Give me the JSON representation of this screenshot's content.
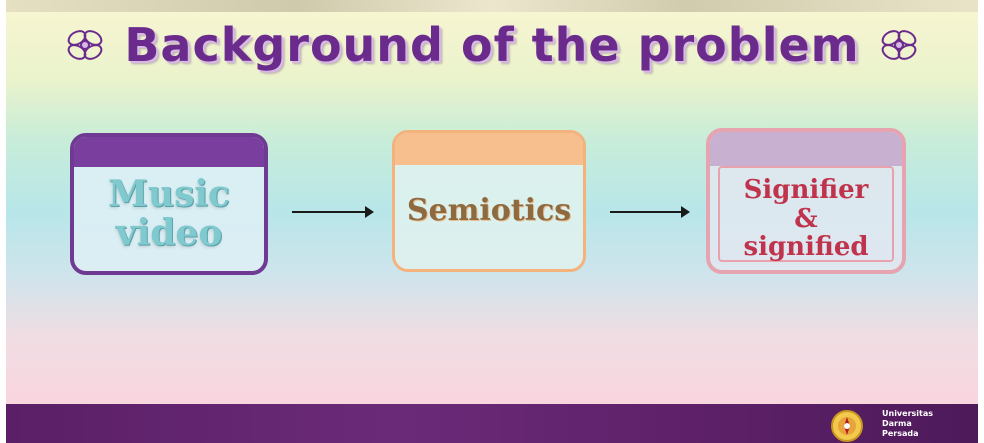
{
  "slide": {
    "title": "Background of the problem",
    "boxes": [
      {
        "line1": "Music",
        "line2": "video"
      },
      {
        "line1": "Semiotics"
      },
      {
        "line1": "Signifier",
        "line2": "&",
        "line3": "signified"
      }
    ],
    "footer": {
      "logo_line1": "Universitas",
      "logo_line2": "Darma",
      "logo_line3": "Persada"
    }
  },
  "colors": {
    "title": "#6a2b8c",
    "footer": "#5a1f66",
    "music_box": "#6e3a92",
    "semiotics_box": "#f4b27d",
    "signifier_box": "#e6a4b0"
  },
  "icons": [
    "flower-ornament-icon",
    "arrow-right-icon",
    "university-logo-icon"
  ]
}
